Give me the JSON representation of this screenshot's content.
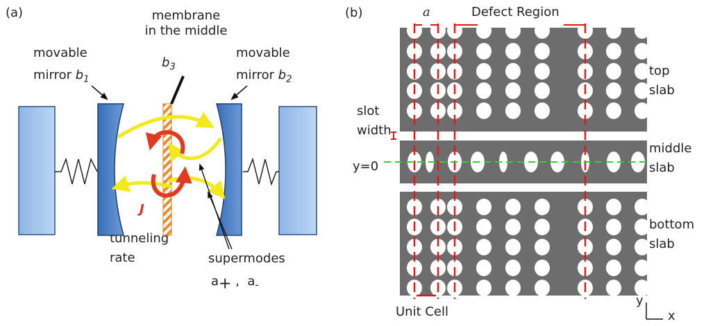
{
  "panel_a": {
    "tag": "(a)",
    "membrane_label": [
      "membrane",
      "in the middle"
    ],
    "membrane_symbol": "b",
    "membrane_sub": "3",
    "left_mirror_label": [
      "movable",
      "mirror "
    ],
    "left_mirror_symbol": "b",
    "left_mirror_sub": "1",
    "right_mirror_label": [
      "movable",
      "mirror "
    ],
    "right_mirror_symbol": "b",
    "right_mirror_sub": "2",
    "coupling_symbol": "J",
    "tunneling_label": [
      "tunneling",
      "rate"
    ],
    "supermodes_label": "supermodes",
    "supermode_a": "a",
    "supermode_plus": "+",
    "supermode_sep": " ,  ",
    "supermode_b": "a",
    "supermode_minus": "-"
  },
  "panel_b": {
    "tag": "(b)",
    "lattice_const": "a",
    "defect_label": "Defect Region",
    "slot_label": [
      "slot",
      "width"
    ],
    "y0_label": "y=0",
    "top_label": [
      "top",
      "slab"
    ],
    "middle_label": [
      "middle",
      "slab"
    ],
    "bottom_label": [
      "bottom",
      "slab"
    ],
    "unit_cell_label": "Unit Cell",
    "axis_y": "y",
    "axis_x": "x"
  },
  "colors": {
    "slab": "#6d6d6d",
    "mirror_blue": "#4a7fc6",
    "block_blue": "#a9c8ee",
    "arrow_yellow": "#ecec1c",
    "coupling_red": "#e03a20",
    "membrane_orange": "#f0963a",
    "dash_red": "#e01818",
    "dash_green": "#22dd22"
  }
}
